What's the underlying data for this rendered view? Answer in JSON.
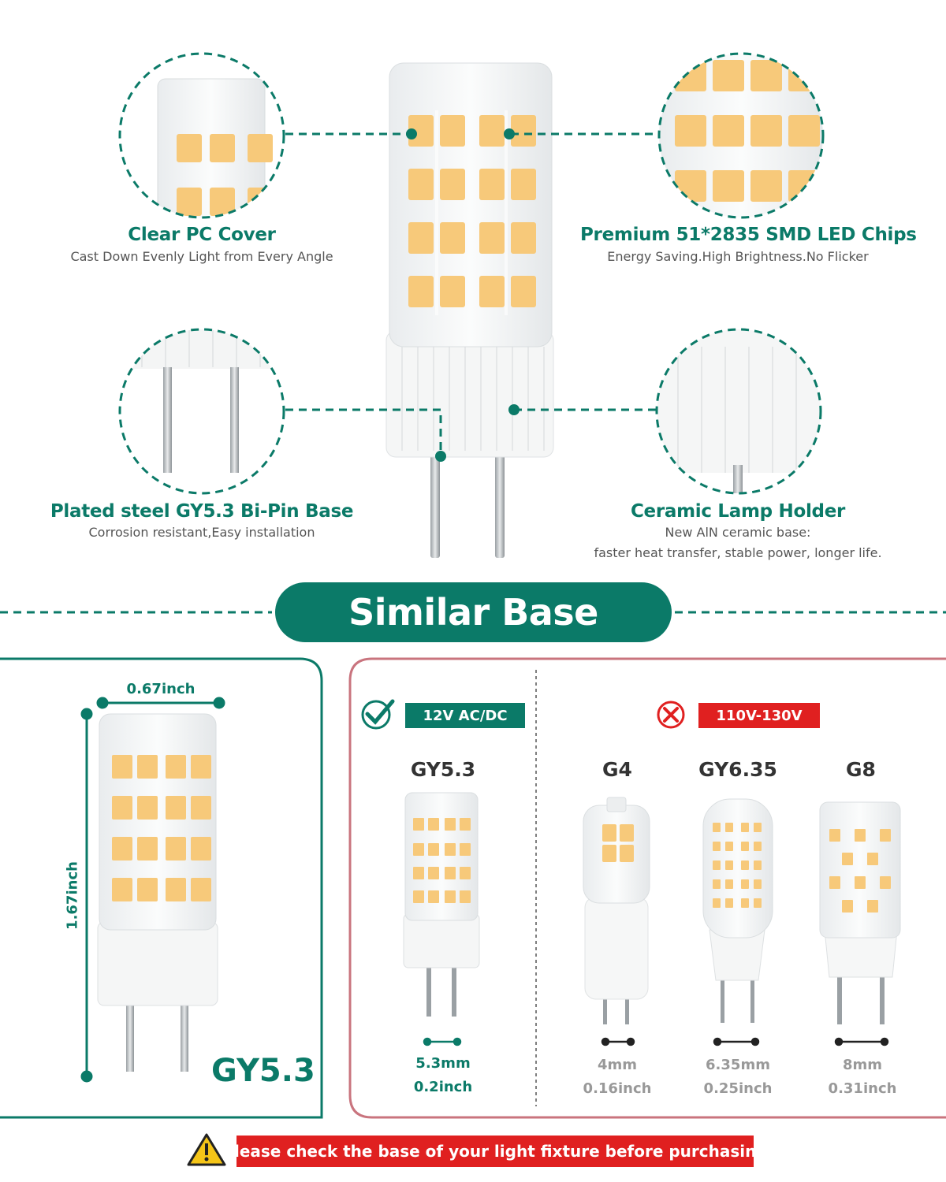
{
  "features": {
    "clear_cover": {
      "title": "Clear PC Cover",
      "desc": "Cast Down Evenly Light from Every Angle"
    },
    "led_chips": {
      "title": "Premium 51*2835 SMD LED Chips",
      "desc": "Energy Saving.High Brightness.No Flicker"
    },
    "bipin": {
      "title": "Plated steel GY5.3 Bi-Pin Base",
      "desc": "Corrosion resistant,Easy installation"
    },
    "ceramic": {
      "title": "Ceramic Lamp Holder",
      "desc_1": "New AlN ceramic base:",
      "desc_2": "faster heat transfer, stable power, longer life."
    }
  },
  "section": {
    "title": "Similar Base"
  },
  "dimensions": {
    "width": "0.67inch",
    "height": "1.67inch",
    "base_name": "GY5.3"
  },
  "compatible": {
    "voltage": "12V AC/DC",
    "name": "GY5.3",
    "mm": "5.3mm",
    "inch": "0.2inch"
  },
  "incompatible": {
    "voltage": "110V-130V",
    "bases": [
      {
        "name": "G4",
        "mm": "4mm",
        "inch": "0.16inch"
      },
      {
        "name": "GY6.35",
        "mm": "6.35mm",
        "inch": "0.25inch"
      },
      {
        "name": "G8",
        "mm": "8mm",
        "inch": "0.31inch"
      }
    ]
  },
  "warning": {
    "text": "Please check the base of your light fixture before purchasing"
  },
  "colors": {
    "teal": "#0b7a68",
    "red": "#e02020",
    "rose_border": "#c9747e",
    "chip": "#f7c97a"
  }
}
